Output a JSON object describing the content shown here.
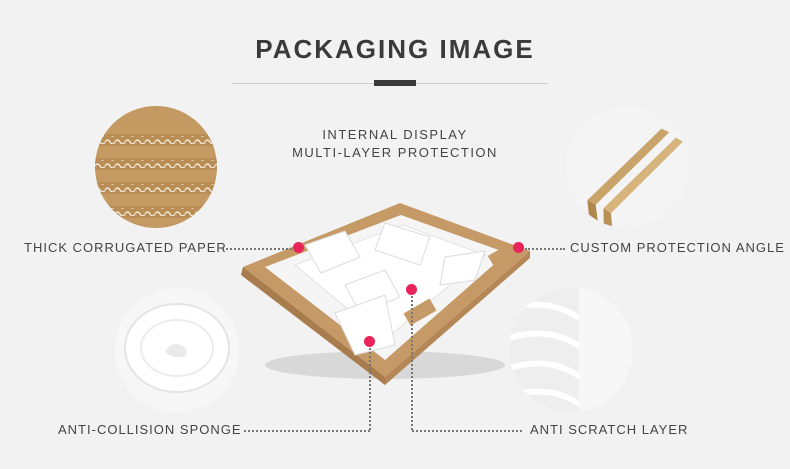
{
  "header": {
    "title": "PACKAGING IMAGE"
  },
  "center_caption": {
    "line1": "INTERNAL DISPLAY",
    "line2": "MULTI-LAYER PROTECTION"
  },
  "callouts": {
    "corrugated": "THICK CORRUGATED PAPER",
    "angle": "CUSTOM PROTECTION ANGLE",
    "sponge": "ANTI-COLLISION SPONGE",
    "scratch": "ANTI  SCRATCH LAYER"
  },
  "colors": {
    "accent_marker": "#e8245a",
    "cardboard": "#c9a070",
    "title": "#3a3a3a"
  }
}
